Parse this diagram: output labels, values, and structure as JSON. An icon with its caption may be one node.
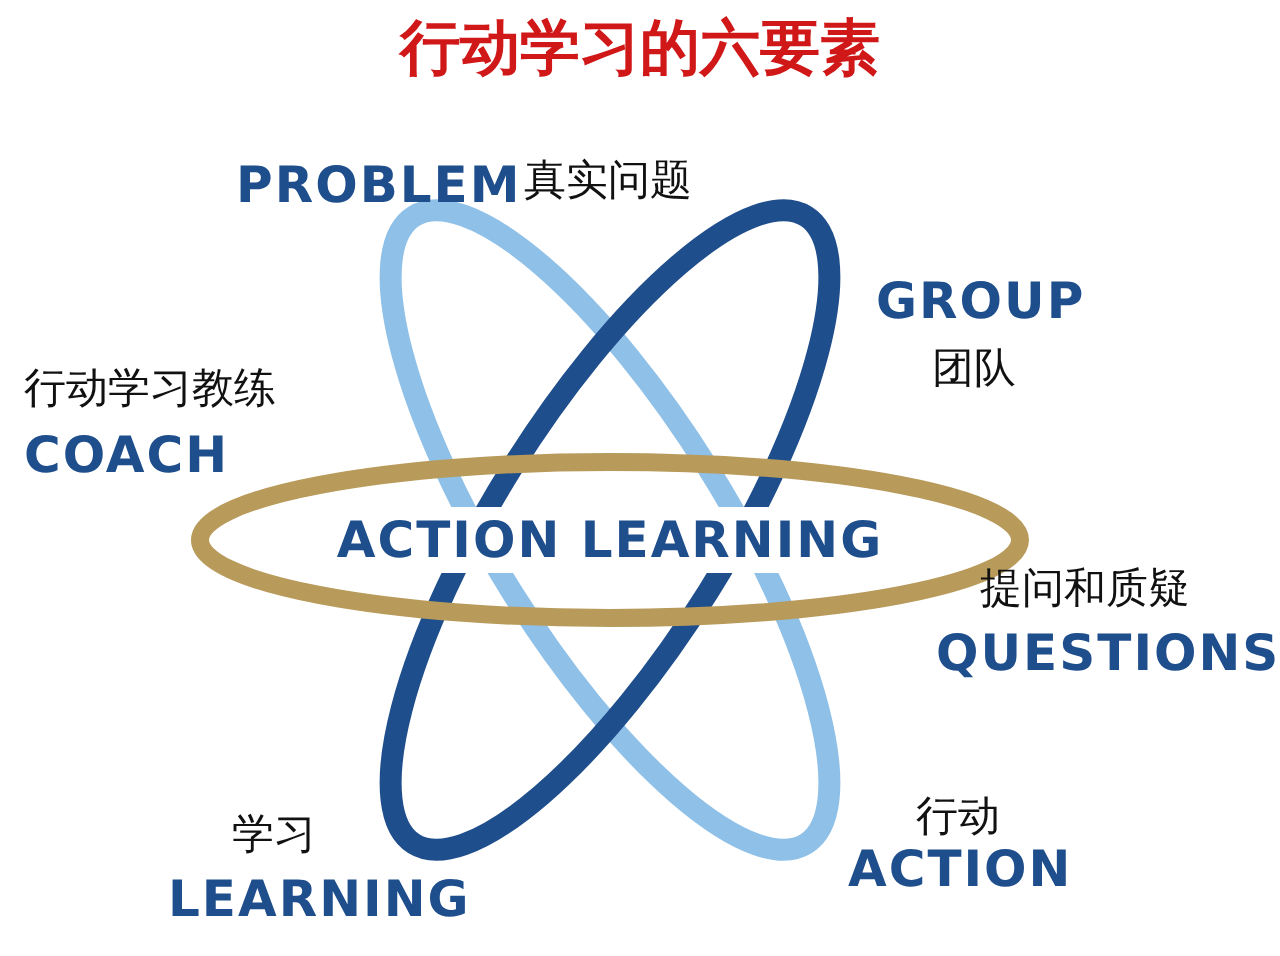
{
  "diagram": {
    "title": "行动学习的六要素",
    "nodes": [
      {
        "text": [
          "ACTION LEARNING"
        ]
      }
    ],
    "labels": [
      "PROBLEM",
      "真实问题",
      "GROUP",
      "团队",
      "行动学习教练",
      "COACH",
      "提问和质疑",
      "QUESTIONS",
      "学习",
      "LEARNING",
      "行动",
      "ACTION"
    ]
  }
}
